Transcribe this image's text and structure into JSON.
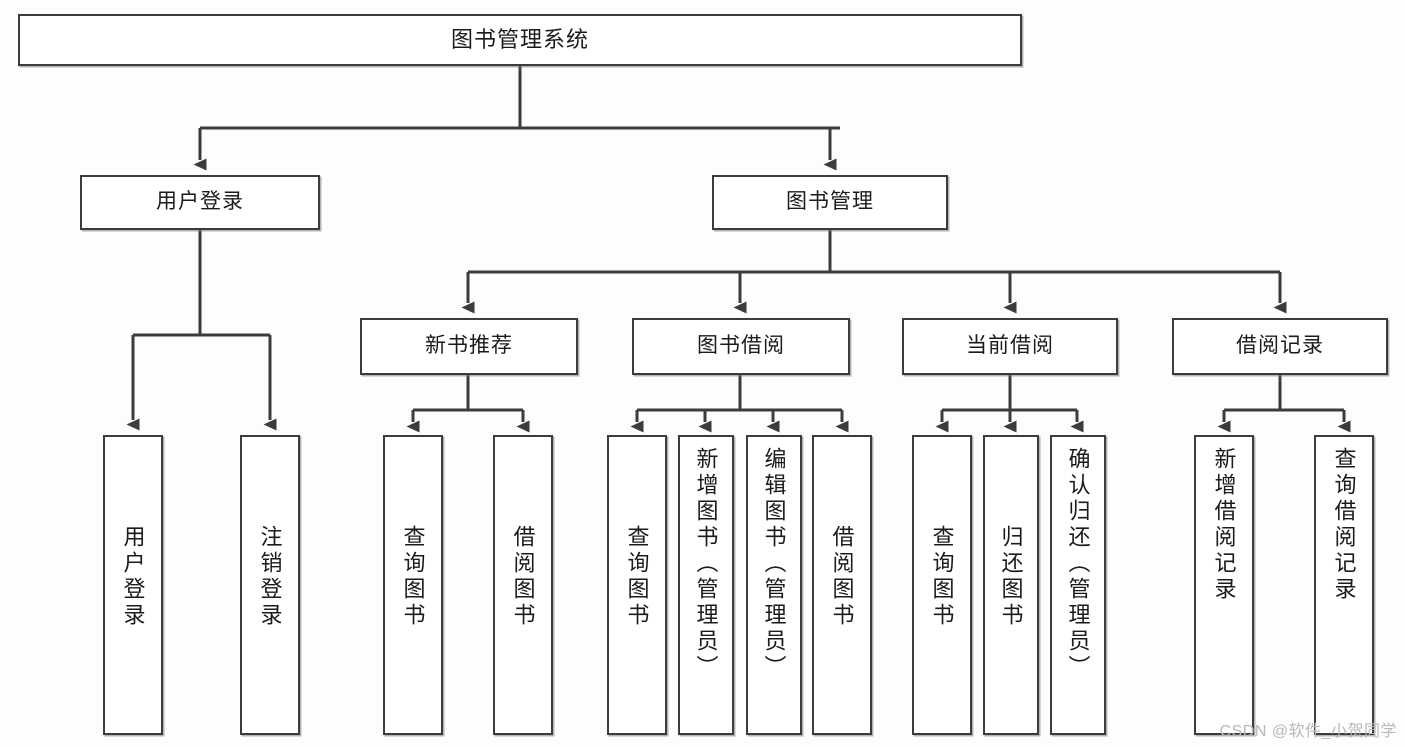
{
  "diagram": {
    "title": "图书管理系统",
    "type": "tree",
    "watermark": "CSDN @软件_小贺同学",
    "colors": {
      "border": "#3c3c3c",
      "fill": "#ffffff",
      "line": "#3c3c3c",
      "text": "#1b1b1b",
      "watermark": "#b9b9b9"
    },
    "nodes": {
      "root": {
        "label": "图书管理系统"
      },
      "level2": [
        {
          "id": "user-login",
          "label": "用户登录"
        },
        {
          "id": "book-manage",
          "label": "图书管理"
        }
      ],
      "level3": [
        {
          "id": "new-book-recommend",
          "label": "新书推荐"
        },
        {
          "id": "book-borrow",
          "label": "图书借阅"
        },
        {
          "id": "current-borrow",
          "label": "当前借阅"
        },
        {
          "id": "borrow-record",
          "label": "借阅记录"
        }
      ],
      "leaves": [
        {
          "id": "leaf-user-login",
          "parent": "user-login",
          "label": "用户登录"
        },
        {
          "id": "leaf-user-logout",
          "parent": "user-login",
          "label": "注销登录"
        },
        {
          "id": "leaf-query-book-1",
          "parent": "new-book-recommend",
          "label": "查询图书"
        },
        {
          "id": "leaf-borrow-book-1",
          "parent": "new-book-recommend",
          "label": "借阅图书"
        },
        {
          "id": "leaf-query-book-2",
          "parent": "book-borrow",
          "label": "查询图书"
        },
        {
          "id": "leaf-add-book",
          "parent": "book-borrow",
          "label": "新增图书（管理员）"
        },
        {
          "id": "leaf-edit-book",
          "parent": "book-borrow",
          "label": "编辑图书（管理员）"
        },
        {
          "id": "leaf-borrow-book-2",
          "parent": "book-borrow",
          "label": "借阅图书"
        },
        {
          "id": "leaf-query-book-3",
          "parent": "current-borrow",
          "label": "查询图书"
        },
        {
          "id": "leaf-return-book",
          "parent": "current-borrow",
          "label": "归还图书"
        },
        {
          "id": "leaf-confirm-return",
          "parent": "current-borrow",
          "label": "确认归还（管理员）"
        },
        {
          "id": "leaf-add-record",
          "parent": "borrow-record",
          "label": "新增借阅记录"
        },
        {
          "id": "leaf-query-record",
          "parent": "borrow-record",
          "label": "查询借阅记录"
        }
      ]
    }
  }
}
